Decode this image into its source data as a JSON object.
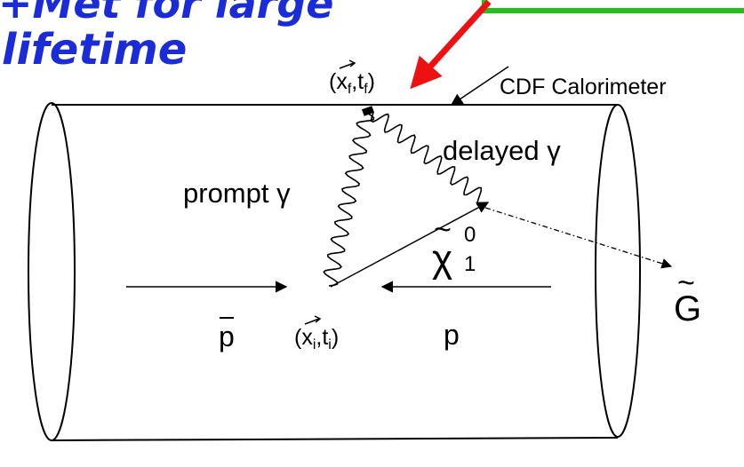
{
  "heading": {
    "line1": "+Met for large",
    "line2": "lifetime"
  },
  "labels": {
    "calorimeter": "CDF Calorimeter",
    "final_point": "(x⃗f,tf)",
    "final_x": "x",
    "final_x_sub": "f",
    "final_t": "t",
    "final_t_sub": "f",
    "delayed": "delayed",
    "prompt": "prompt",
    "gamma": "γ",
    "neutralino_base": "χ",
    "neutralino_tilde": "~",
    "neutralino_sup": "0",
    "neutralino_sub": "1",
    "gravitino": "G",
    "gravitino_tilde": "~",
    "antiproton": "p",
    "proton": "p",
    "initial_x": "x",
    "initial_x_sub": "i",
    "initial_t": "t",
    "initial_t_sub": "i",
    "open_paren": "(",
    "close_paren": ")",
    "comma": ","
  },
  "colors": {
    "heading": "#1a2bd8",
    "callout_arrow": "#ee1111",
    "callout_box": "#22c21a",
    "ink": "#000000"
  }
}
